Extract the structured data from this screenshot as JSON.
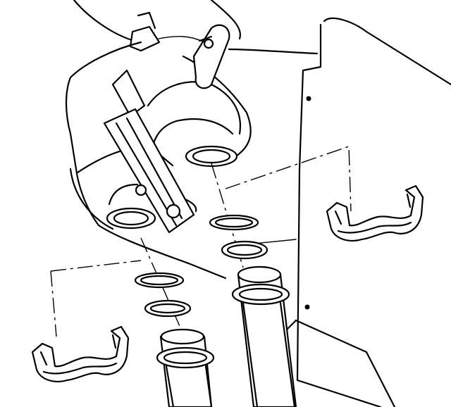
{
  "figure": {
    "type": "technical exploded-view line drawing",
    "labels": []
  },
  "colors": {
    "ink": "#000000",
    "paper": "#ffffff"
  },
  "parts": [
    {
      "name": "heater-core-housing"
    },
    {
      "name": "hose-support-bracket"
    },
    {
      "name": "inlet-o-ring"
    },
    {
      "name": "outlet-o-ring"
    },
    {
      "name": "heater-hose-left"
    },
    {
      "name": "heater-hose-right"
    },
    {
      "name": "retaining-clip-left"
    },
    {
      "name": "retaining-clip-right"
    },
    {
      "name": "dash-panel"
    }
  ]
}
